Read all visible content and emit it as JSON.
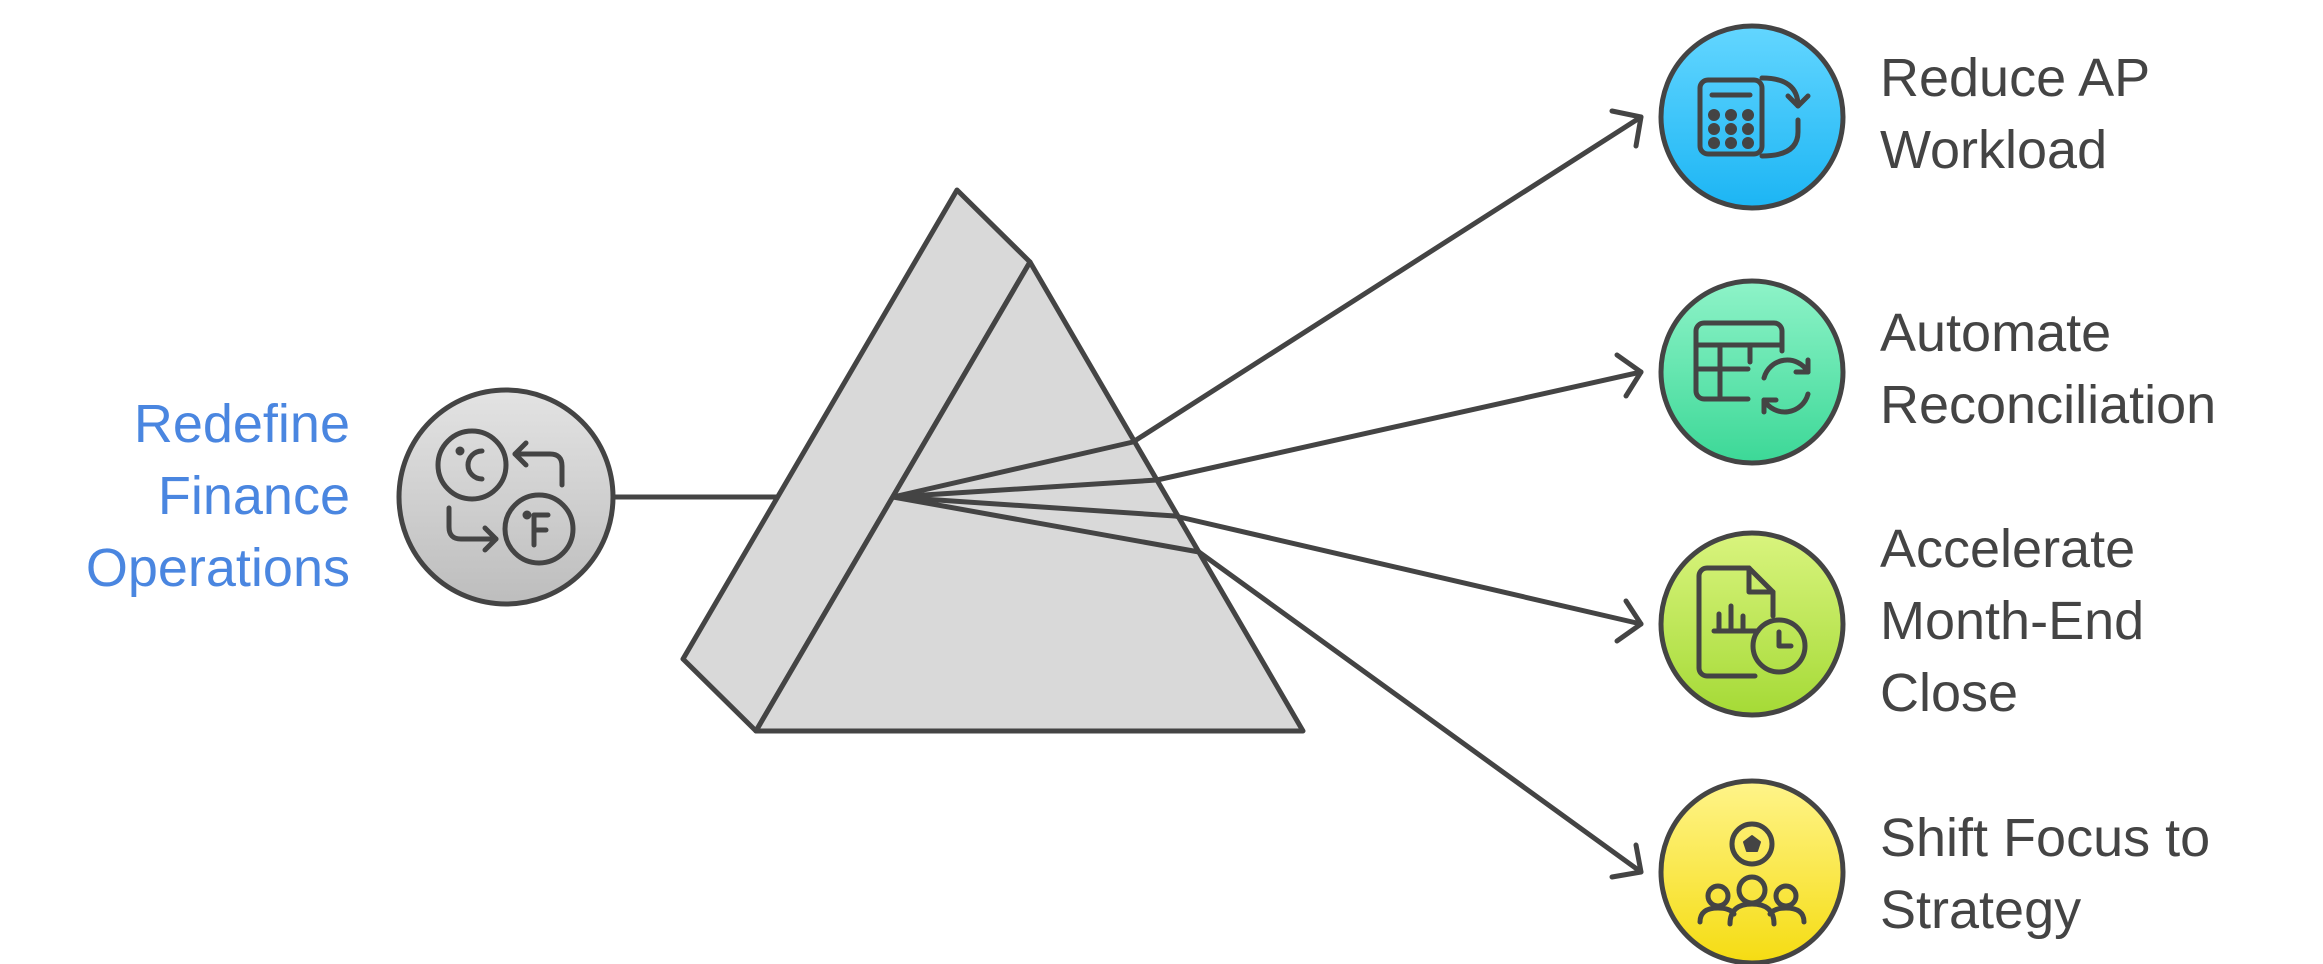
{
  "input": {
    "lines": [
      "Redefine",
      "Finance",
      "Operations"
    ],
    "icon": "currency-exchange-icon",
    "color": "#4a86e0"
  },
  "outputs": [
    {
      "id": "reduce-ap",
      "lines": [
        "Reduce AP",
        "Workload"
      ],
      "icon": "calculator-refresh-icon",
      "colors": [
        "#5bd3ff",
        "#1fb8f5"
      ]
    },
    {
      "id": "automate-reconciliation",
      "lines": [
        "Automate",
        "Reconciliation"
      ],
      "icon": "table-sync-icon",
      "colors": [
        "#86f2c4",
        "#3ed99a"
      ]
    },
    {
      "id": "accelerate-close",
      "lines": [
        "Accelerate",
        "Month-End",
        "Close"
      ],
      "icon": "report-clock-icon",
      "colors": [
        "#d6f37a",
        "#a8dc3a"
      ]
    },
    {
      "id": "shift-focus",
      "lines": [
        "Shift Focus to",
        "Strategy"
      ],
      "icon": "team-strategy-icon",
      "colors": [
        "#fff27a",
        "#f7df1a"
      ]
    }
  ],
  "colors": {
    "stroke": "#444444",
    "prism": "#d9d9d9",
    "input_circle": [
      "#e2e2e2",
      "#bdbdbd"
    ],
    "label_text": "#444444"
  }
}
